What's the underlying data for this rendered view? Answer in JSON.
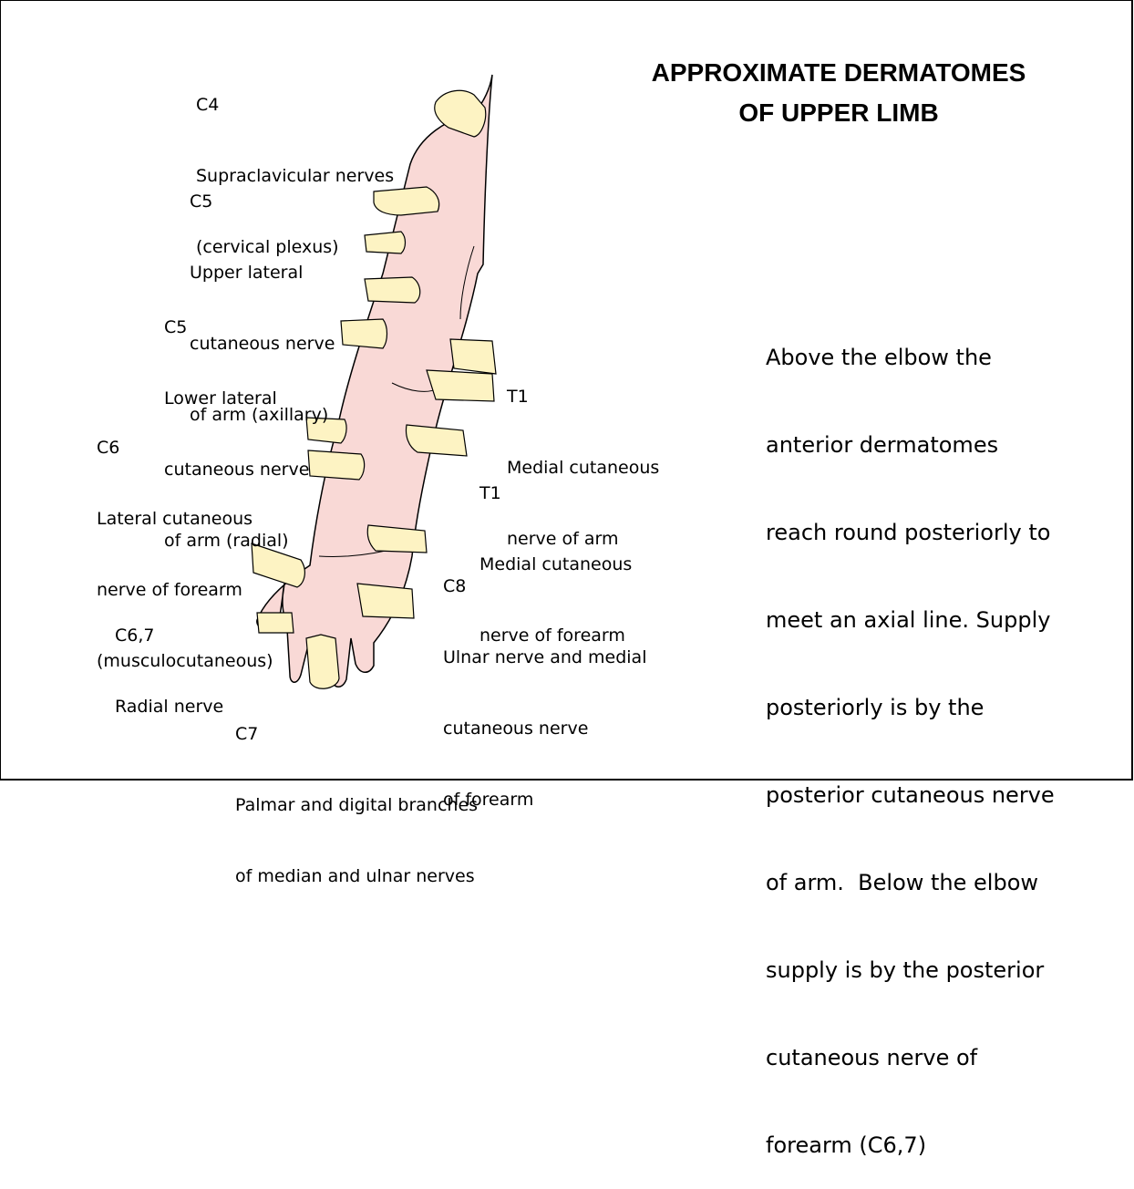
{
  "title": {
    "line1": "APPROXIMATE DERMATOMES",
    "line2": "OF UPPER LIMB"
  },
  "labels": {
    "c4": {
      "segment": "C4",
      "line1": "Supraclavicular nerves",
      "line2": "(cervical plexus)"
    },
    "c5_upper": {
      "segment": "C5",
      "line1": "Upper lateral",
      "line2": "cutaneous nerve",
      "line3": "of arm (axillary)"
    },
    "c5_lower": {
      "segment": "C5",
      "line1": "Lower lateral",
      "line2": "cutaneous nerve",
      "line3": "of arm (radial)"
    },
    "c6": {
      "segment": "C6",
      "line1": "Lateral cutaneous",
      "line2": "nerve of forearm",
      "line3": "(musculocutaneous)"
    },
    "c67": {
      "segment": "C6,7",
      "line1": "Radial nerve"
    },
    "c7": {
      "segment": "C7",
      "line1": "Palmar and digital branches",
      "line2": "of median and ulnar nerves"
    },
    "t1_arm": {
      "segment": "T1",
      "line1": "Medial cutaneous",
      "line2": "nerve of arm"
    },
    "t1_forearm": {
      "segment": "T1",
      "line1": "Medial cutaneous",
      "line2": "nerve of forearm"
    },
    "c8": {
      "segment": "C8",
      "line1": "Ulnar nerve and medial",
      "line2": "cutaneous nerve",
      "line3": "of forearm"
    }
  },
  "note": {
    "lines": [
      "Above the elbow the",
      "anterior dermatomes",
      "reach round posteriorly to",
      "meet an axial line. Supply",
      "posteriorly is by the",
      "posterior cutaneous nerve",
      "of arm.  Below the elbow",
      "supply is by the posterior",
      "cutaneous nerve of",
      "forearm (C6,7)"
    ]
  },
  "colors": {
    "skin": "#f9d9d6",
    "hand": "#fdf3c3",
    "outline": "#000000"
  }
}
